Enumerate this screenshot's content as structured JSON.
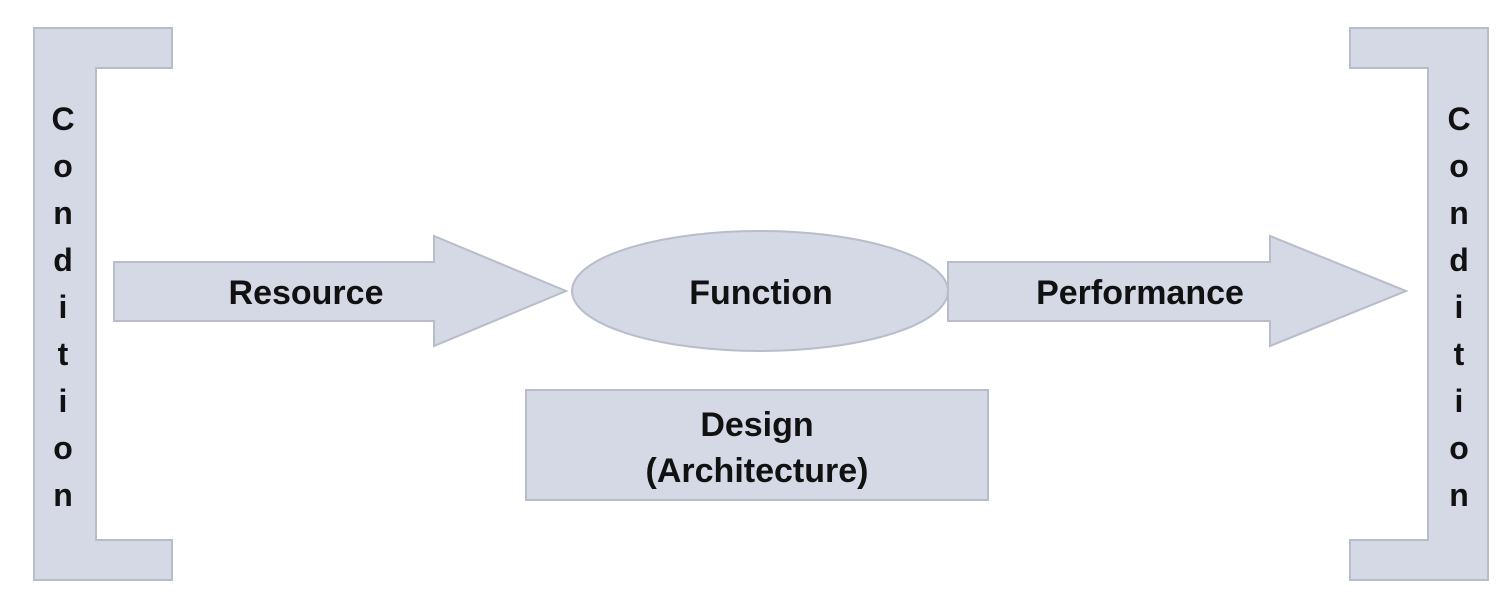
{
  "diagram": {
    "left_condition": "Condition",
    "right_condition": "Condition",
    "input_arrow_label": "Resource",
    "process_label": "Function",
    "output_arrow_label": "Performance",
    "design_box": {
      "line1": "Design",
      "line2": "(Architecture)"
    }
  },
  "colors": {
    "shape_fill": "#d5d9e6",
    "shape_stroke": "#b9bdc9",
    "text": "#111111"
  }
}
